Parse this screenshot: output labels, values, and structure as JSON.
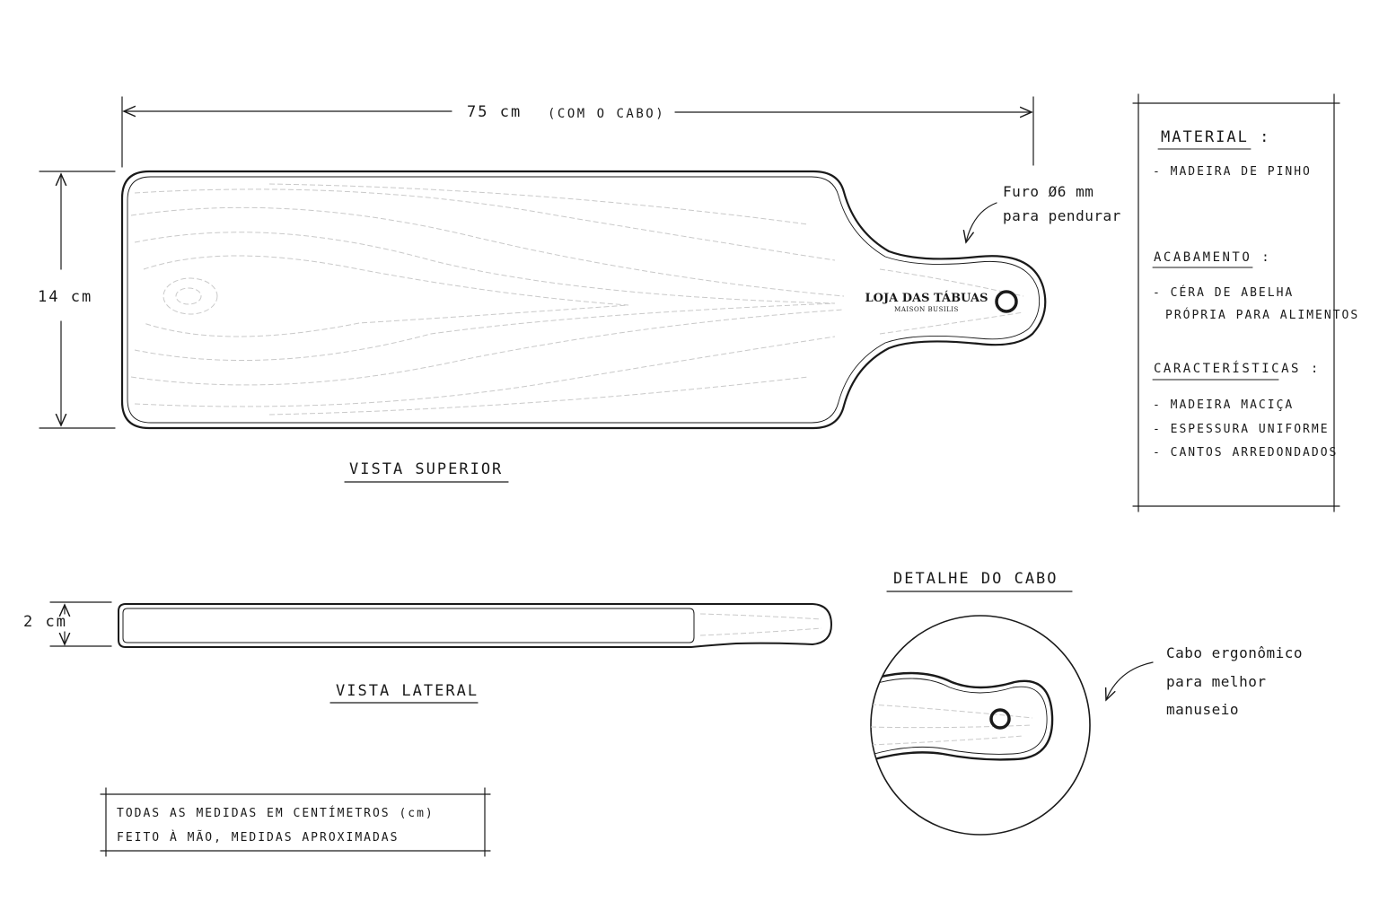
{
  "top_view": {
    "length_label": "75 cm",
    "length_note": "(COM O CABO)",
    "width_label": "14 cm",
    "title": "VISTA SUPERIOR",
    "hole_note_line1": "Furo Ø6 mm",
    "hole_note_line2": "para pendurar",
    "brand_name": "LOJA DAS TÁBUAS",
    "brand_sub": "MAISON BUSILIS"
  },
  "side_view": {
    "thickness_label": "2 cm",
    "title": "VISTA LATERAL"
  },
  "handle_detail": {
    "title": "DETALHE DO CABO",
    "note_line1": "Cabo ergonômico",
    "note_line2": "para melhor",
    "note_line3": "manuseio"
  },
  "specs": {
    "material_title": "MATERIAL :",
    "material_items": [
      "- MADEIRA DE PINHO"
    ],
    "finish_title": "ACABAMENTO :",
    "finish_items": [
      "- CÉRA DE ABELHA",
      "PRÓPRIA PARA ALIMENTOS"
    ],
    "features_title": "CARACTERÍSTICAS :",
    "features_items": [
      "- MADEIRA MACIÇA",
      "- ESPESSURA UNIFORME",
      "- CANTOS ARREDONDADOS"
    ]
  },
  "footer_note": {
    "line1": "TODAS AS MEDIDAS EM CENTÍMETROS (cm)",
    "line2": "FEITO À MÃO, MEDIDAS APROXIMADAS"
  }
}
